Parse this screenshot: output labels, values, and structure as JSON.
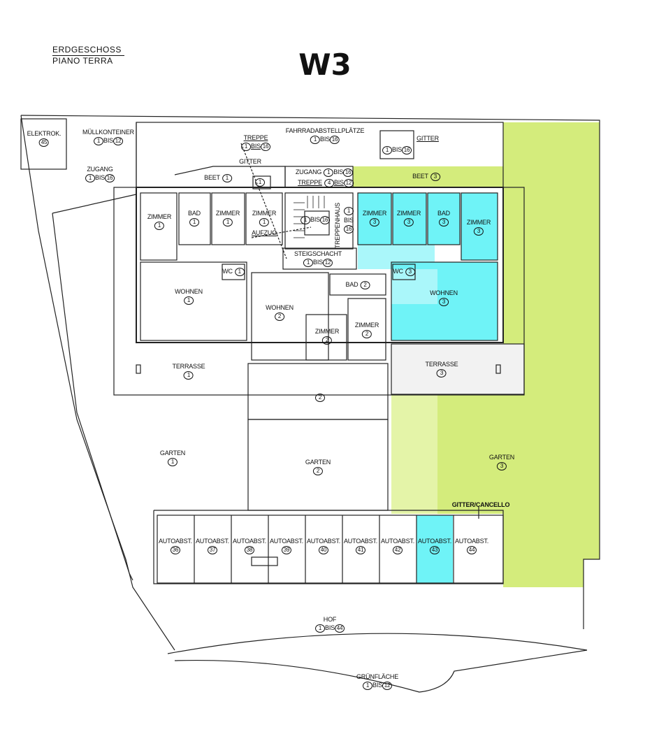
{
  "header": {
    "line1": "ERDGESCHOSS",
    "line2": "PIANO TERRA",
    "title": "W3"
  },
  "colors": {
    "highlight_unit": "#6ff3f7",
    "highlight_unit_light": "#aaf7fa",
    "garden_green": "#d4ec7c",
    "garden_green_light": "#e4f4a8",
    "wall": "#222222"
  },
  "labels": {
    "elektrok": {
      "name": "ELEKTROK.",
      "num": "45"
    },
    "muell": {
      "name": "MÜLLKONTEINER",
      "from": "1",
      "sep": "BIS",
      "to": "12"
    },
    "zugang_left": {
      "name": "ZUGANG",
      "from": "1",
      "sep": "BIS",
      "to": "16"
    },
    "fahrrad": {
      "name": "FAHRRADABSTELLPLÄTZE",
      "from": "1",
      "sep": "BIS",
      "to": "16"
    },
    "treppe_top": {
      "name": "TREPPE",
      "from": "1",
      "sep": "BIS",
      "to": "16"
    },
    "gitter_top": {
      "name": "GITTER"
    },
    "gitter_right": {
      "name": "GITTER"
    },
    "gitter_right_range": {
      "from": "1",
      "sep": "BIS",
      "to": "16"
    },
    "beet1": {
      "name": "BEET",
      "num": "1"
    },
    "gitter_box": {
      "num": "1"
    },
    "zugang_center": {
      "name": "ZUGANG",
      "from": "1",
      "sep": "BIS",
      "to": "16"
    },
    "treppe_center": {
      "name": "TREPPE",
      "from": "4",
      "sep": "BIS",
      "to": "12"
    },
    "beet3": {
      "name": "BEET",
      "num": "3"
    },
    "zimmer1a": {
      "name": "ZIMMER",
      "num": "1"
    },
    "bad1": {
      "name": "BAD",
      "num": "1"
    },
    "zimmer1b": {
      "name": "ZIMMER",
      "num": "1"
    },
    "zimmer1c": {
      "name": "ZIMMER",
      "num": "1"
    },
    "aufzug_range": {
      "from": "1",
      "sep": "BIS",
      "to": "16"
    },
    "aufzug": {
      "name": "AUFZUG"
    },
    "treppenhaus": {
      "name": "TREPPENHAUS"
    },
    "treppenhaus_range": {
      "from": "1",
      "sep": "BIS",
      "to": "16"
    },
    "zimmer3a": {
      "name": "ZIMMER",
      "num": "3"
    },
    "zimmer3b": {
      "name": "ZIMMER",
      "num": "3"
    },
    "bad3": {
      "name": "BAD",
      "num": "3"
    },
    "zimmer3c": {
      "name": "ZIMMER",
      "num": "3"
    },
    "steigschacht": {
      "name": "STEIGSCHACHT",
      "from": "1",
      "sep": "BIS",
      "to": "12"
    },
    "wc1": {
      "name": "WC",
      "num": "1"
    },
    "wc3": {
      "name": "WC",
      "num": "3"
    },
    "bad2": {
      "name": "BAD",
      "num": "2"
    },
    "wohnen1": {
      "name": "WOHNEN",
      "num": "1"
    },
    "wohnen2": {
      "name": "WOHNEN",
      "num": "2"
    },
    "wohnen3": {
      "name": "WOHNEN",
      "num": "3"
    },
    "zimmer2a": {
      "name": "ZIMMER",
      "num": "2"
    },
    "zimmer2b": {
      "name": "ZIMMER",
      "num": "2"
    },
    "terrasse1": {
      "name": "TERRASSE",
      "num": "1"
    },
    "terrasse3": {
      "name": "TERRASSE",
      "num": "3"
    },
    "area2": {
      "num": "2"
    },
    "garten1": {
      "name": "GARTEN",
      "num": "1"
    },
    "garten2": {
      "name": "GARTEN",
      "num": "2"
    },
    "garten3": {
      "name": "GARTEN",
      "num": "3"
    },
    "cancello": {
      "name": "GITTER/CANCELLO"
    },
    "hof": {
      "name": "HOF",
      "from": "1",
      "sep": "BIS",
      "to": "44"
    },
    "gruen": {
      "name": "GRÜNFLÄCHE",
      "from": "1",
      "sep": "BIS",
      "to": "12"
    }
  },
  "parking": [
    {
      "name": "AUTOABST.",
      "num": "36"
    },
    {
      "name": "AUTOABST.",
      "num": "37"
    },
    {
      "name": "AUTOABST.",
      "num": "38"
    },
    {
      "name": "AUTOABST.",
      "num": "39"
    },
    {
      "name": "AUTOABST.",
      "num": "40"
    },
    {
      "name": "AUTOABST.",
      "num": "41"
    },
    {
      "name": "AUTOABST.",
      "num": "42"
    },
    {
      "name": "AUTOABST.",
      "num": "43",
      "highlighted": true
    },
    {
      "name": "AUTOABST.",
      "num": "44"
    }
  ]
}
